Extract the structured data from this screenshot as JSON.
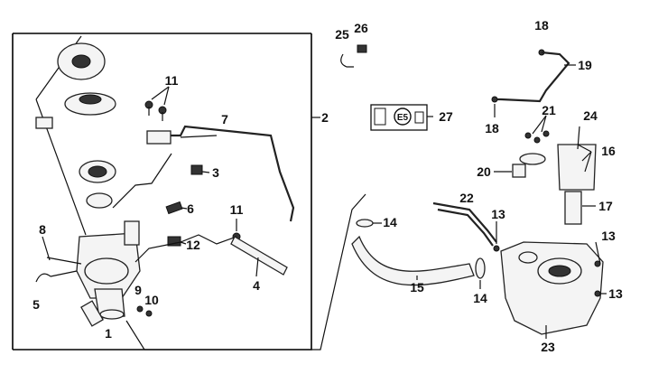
{
  "labels": {
    "l1": "1",
    "l2": "2",
    "l3": "3",
    "l4": "4",
    "l5": "5",
    "l6": "6",
    "l7": "7",
    "l8": "8",
    "l9": "9",
    "l10": "10",
    "l11a": "11",
    "l11b": "11",
    "l12": "12",
    "l13a": "13",
    "l13b": "13",
    "l13c": "13",
    "l14a": "14",
    "l14b": "14",
    "l15": "15",
    "l16": "16",
    "l17": "17",
    "l18a": "18",
    "l18b": "18",
    "l19": "19",
    "l20": "20",
    "l21": "21",
    "l22": "22",
    "l23": "23",
    "l24": "24",
    "l25": "25",
    "l26": "26",
    "l27": "27"
  },
  "badge": {
    "text": "E5"
  }
}
